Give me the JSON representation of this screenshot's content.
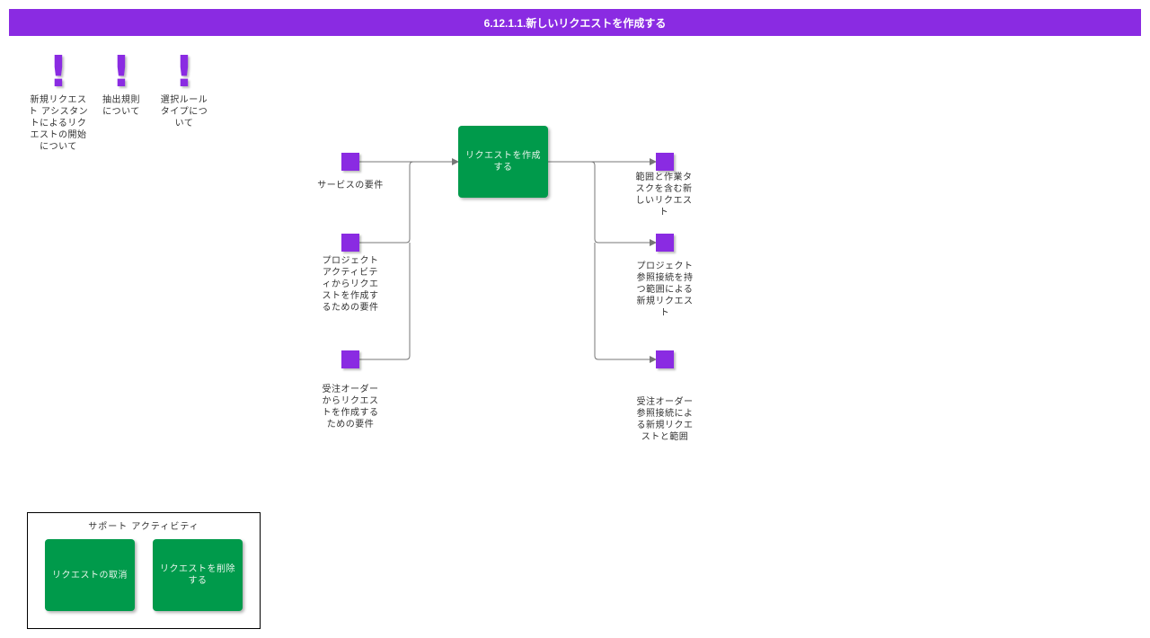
{
  "title": "6.12.1.1.新しいリクエストを作成する",
  "notes": [
    {
      "icon": "exclamation-icon",
      "text": "新規リクエスト アシスタントによるリクエストの開始について"
    },
    {
      "icon": "exclamation-icon",
      "text": "抽出規則について"
    },
    {
      "icon": "exclamation-icon",
      "text": "選択ルールタイプについて"
    }
  ],
  "inputs": [
    {
      "label": "サービスの要件"
    },
    {
      "label": "プロジェクトアクティビティからリクエストを作成するための要件"
    },
    {
      "label": "受注オーダーからリクエストを作成するための要件"
    }
  ],
  "main_activity": {
    "label": "リクエストを作成する"
  },
  "outputs": [
    {
      "label": "範囲と作業タスクを含む新しいリクエスト"
    },
    {
      "label": "プロジェクト参照接続を持つ範囲による新規リクエスト"
    },
    {
      "label": "受注オーダー参照接続による新規リクエストと範囲"
    }
  ],
  "support": {
    "title": "サポート アクティビティ",
    "activities": [
      {
        "label": "リクエストの取消"
      },
      {
        "label": "リクエストを削除する"
      }
    ]
  },
  "colors": {
    "title_bar": "#8a2be2",
    "marker": "#8a2be2",
    "activity": "#009a4b",
    "connector": "#777777"
  }
}
